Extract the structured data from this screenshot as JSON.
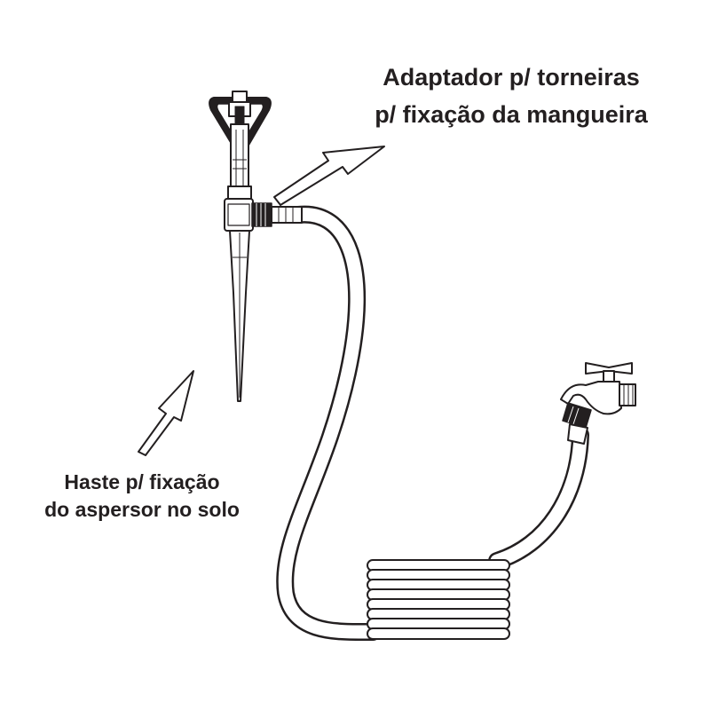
{
  "labels": {
    "adapter_line1": "Adaptador p/ torneiras",
    "adapter_line2": "p/ fixação da mangueira",
    "stake_line1": "Haste p/ fixação",
    "stake_line2": "do aspersor no solo"
  },
  "colors": {
    "ink": "#231f20",
    "background": "#ffffff"
  },
  "parts": [
    "sprinkler",
    "ground-stake",
    "hose-adapter",
    "garden-hose",
    "hose-coil",
    "water-faucet"
  ]
}
